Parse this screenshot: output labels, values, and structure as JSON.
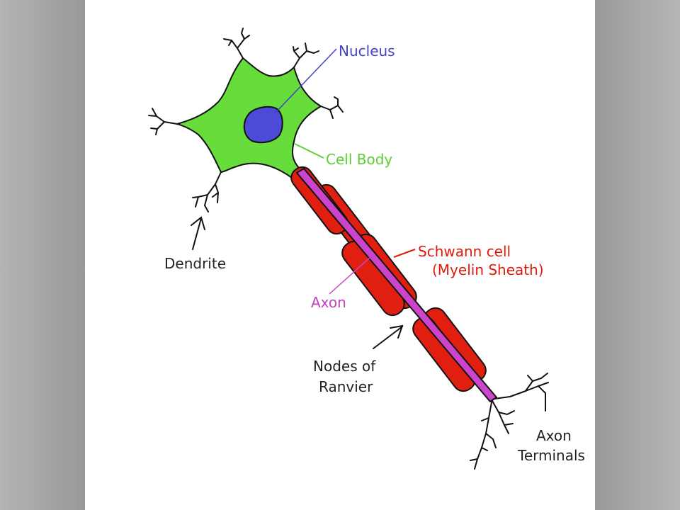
{
  "colors": {
    "cell_body": "#66dd3a",
    "nucleus": "#4b4bd8",
    "schwann": "#e01f10",
    "axon": "#cc44cc",
    "line": "#111111",
    "nucleus_label": "#4343c4",
    "cell_body_label": "#5ccf33",
    "schwann_label": "#dd1b0b",
    "axon_label": "#c03fc0",
    "black_label": "#222222"
  },
  "labels": {
    "nucleus": "Nucleus",
    "cell_body": "Cell Body",
    "dendrite": "Dendrite",
    "schwann_line1": "Schwann cell",
    "schwann_line2": "(Myelin Sheath)",
    "axon": "Axon",
    "nodes_line1": "Nodes of",
    "nodes_line2": "Ranvier",
    "terminals_line1": "Axon",
    "terminals_line2": "Terminals"
  },
  "icons": {
    "dendrite_pointer": "arrow-up-icon",
    "nodes_pointer": "arrow-up-right-icon"
  }
}
